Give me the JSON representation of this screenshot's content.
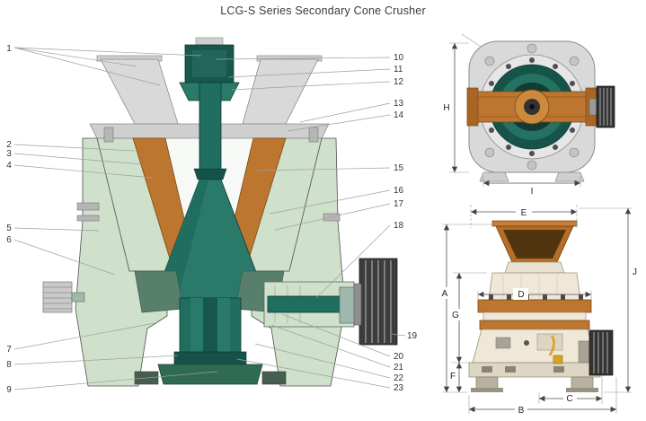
{
  "title": "LCG-S Series Secondary Cone Crusher",
  "callouts": {
    "left": [
      "1",
      "2",
      "3",
      "4",
      "5",
      "6",
      "7",
      "8",
      "9"
    ],
    "right": [
      "10",
      "11",
      "12",
      "13",
      "14",
      "15",
      "16",
      "17",
      "18",
      "19",
      "20",
      "21",
      "22",
      "23"
    ]
  },
  "dims": {
    "H": "H",
    "I": "I",
    "A": "A",
    "B": "B",
    "C": "C",
    "D": "D",
    "E": "E",
    "F": "F",
    "G": "G",
    "J": "J"
  },
  "colors": {
    "teal": "#1f6e5f",
    "teal_dark": "#14524a",
    "teal_mid": "#2a7a6a",
    "frame_green": "#cfe0cb",
    "arm_green": "#577f6c",
    "liner_orange": "#bd762f",
    "hopper_gray": "#d6d6d6",
    "pulley_dark": "#3a3a3a",
    "body_cream": "#efe8d7",
    "accent_yellow": "#d8a31f",
    "outline": "#4f4f4f",
    "leader": "#a0a0a0"
  }
}
